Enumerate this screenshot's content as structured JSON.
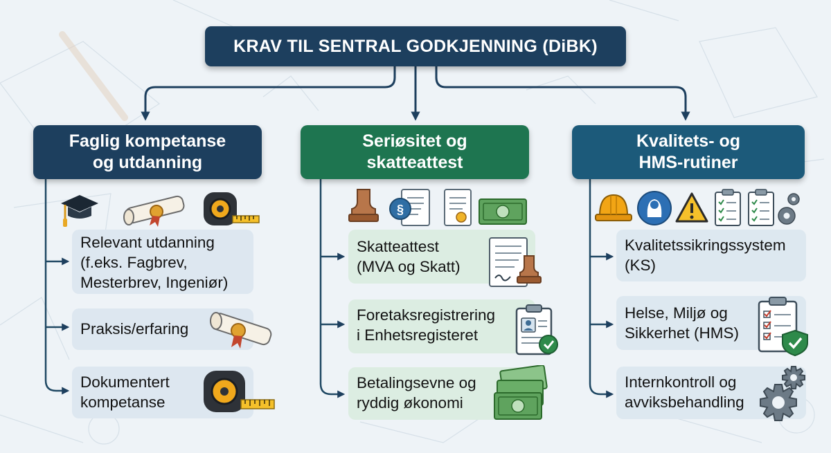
{
  "title": "KRAV TIL SENTRAL GODKJENNING (DiBK)",
  "columns": [
    {
      "header_lines": [
        "Faglig kompetanse",
        "og utdanning"
      ],
      "color": "#1d3f5e",
      "top_icons": [
        "graduation-cap-icon",
        "diploma-scroll-icon",
        "tape-measure-icon"
      ],
      "items": [
        {
          "lines": [
            "Relevant utdanning",
            "(f.eks. Fagbrev,",
            "Mesterbrev, Ingeniør)"
          ]
        },
        {
          "lines": [
            "Praksis/erfaring"
          ],
          "icon": "diploma-scroll-icon"
        },
        {
          "lines": [
            "Dokumentert",
            "kompetanse"
          ],
          "icon": "tape-measure-icon"
        }
      ]
    },
    {
      "header_lines": [
        "Seriøsitet og",
        "skatteattest"
      ],
      "color": "#1e7550",
      "top_icons": [
        "rubber-stamp-icon",
        "legal-document-icon",
        "certificate-document-icon",
        "banknote-icon"
      ],
      "items": [
        {
          "lines": [
            "Skatteattest",
            "(MVA og Skatt)"
          ],
          "icon": "signed-document-stamp-icon"
        },
        {
          "lines": [
            "Foretaksregistrering",
            "i Enhetsregisteret"
          ],
          "icon": "clipboard-id-check-icon"
        },
        {
          "lines": [
            "Betalingsevne og",
            "ryddig økonomi"
          ],
          "icon": "banknotes-icon"
        }
      ]
    },
    {
      "header_lines": [
        "Kvalitets- og",
        "HMS-rutiner"
      ],
      "color": "#1c5a7a",
      "top_icons": [
        "hard-hat-icon",
        "head-protection-icon",
        "warning-triangle-icon",
        "checklist-icon",
        "checklist-icon",
        "gears-icon"
      ],
      "items": [
        {
          "lines": [
            "Kvalitetssikringssystem",
            "(KS)"
          ]
        },
        {
          "lines": [
            "Helse, Miljø og",
            "Sikkerhet (HMS)"
          ],
          "icon": "checklist-shield-icon"
        },
        {
          "lines": [
            "Internkontroll og",
            "avviksbehandling"
          ],
          "icon": "gears-icon"
        }
      ]
    }
  ]
}
